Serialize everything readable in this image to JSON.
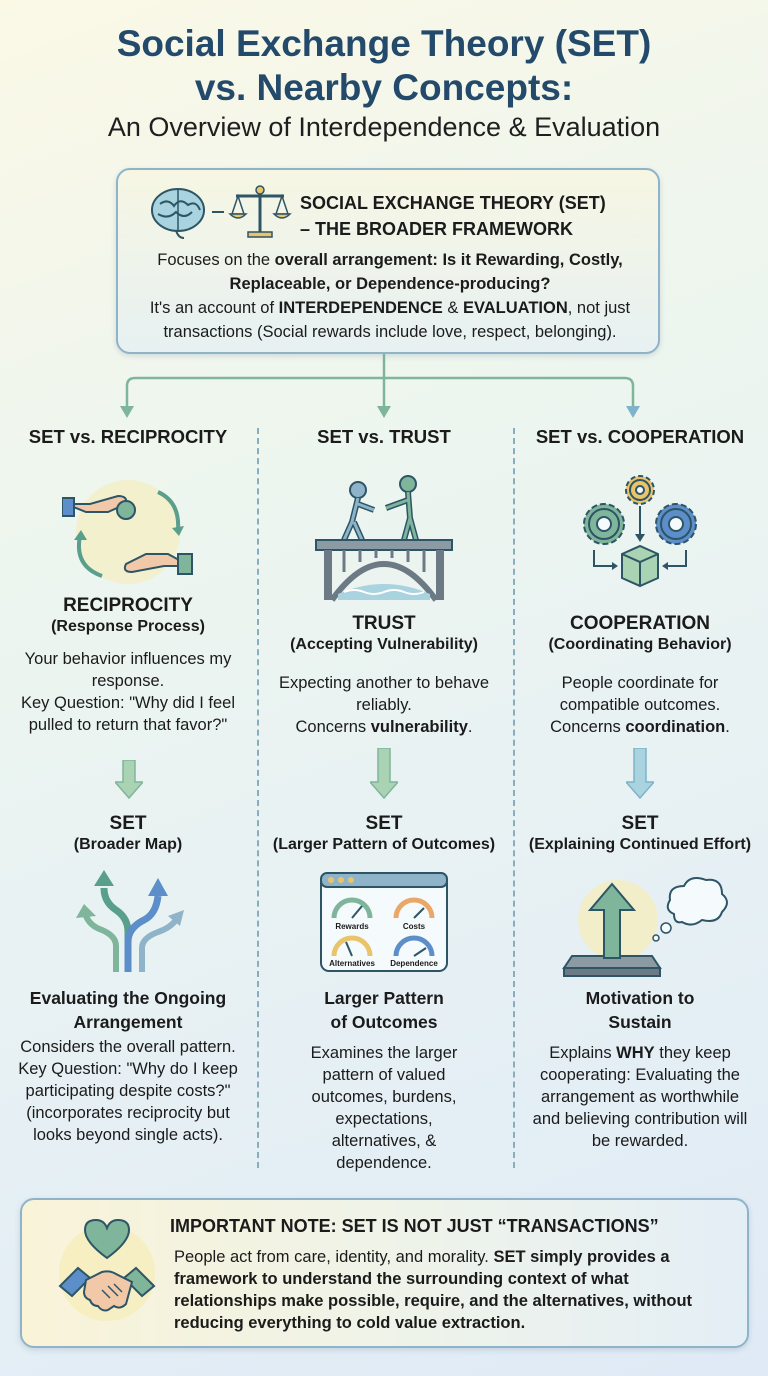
{
  "header": {
    "title_line1": "Social Exchange Theory (SET)",
    "title_line2": "vs. Nearby Concepts:",
    "subtitle": "An Overview of Interdependence & Evaluation"
  },
  "framework": {
    "heading_line1": "SOCIAL EXCHANGE THEORY (SET)",
    "heading_line2": "– THE BROADER FRAMEWORK",
    "p1_a": "Focuses on the ",
    "p1_b": "overall arrangement: Is it Rewarding, Costly, Replaceable, or Dependence-producing?",
    "p2_a": "It's an account of ",
    "p2_b": "INTERDEPENDENCE",
    "p2_c": " & ",
    "p2_d": "EVALUATION",
    "p2_e": ", not just transactions (Social rewards include love, respect, belonging)."
  },
  "columns": [
    {
      "heading": "SET vs. RECIPROCITY",
      "concept_title": "RECIPROCITY",
      "concept_sub": "(Response Process)",
      "concept_text_1": "Your behavior influences my response.",
      "concept_text_2": "Key Question: \"Why did I feel pulled to return that favor?\"",
      "set_title": "SET",
      "set_sub": "(Broader Map)",
      "outcome_title": "Evaluating the Ongoing Arrangement",
      "outcome_text_1": "Considers the overall pattern.",
      "outcome_text_2": "Key Question: \"Why do I keep participating despite costs?\" (incorporates reciprocity but looks beyond single acts)."
    },
    {
      "heading": "SET vs. TRUST",
      "concept_title": "TRUST",
      "concept_sub": "(Accepting Vulnerability)",
      "concept_text_1": "Expecting another to behave reliably.",
      "concept_text_2a": "Concerns ",
      "concept_text_2b": "vulnerability",
      "concept_text_2c": ".",
      "set_title": "SET",
      "set_sub": "(Larger Pattern of Outcomes)",
      "gauges": [
        "Rewards",
        "Costs",
        "Alternatives",
        "Dependence"
      ],
      "outcome_title": "Larger Pattern of Outcomes",
      "outcome_text": "Examines the larger pattern of valued outcomes, burdens, expectations, alternatives, & dependence."
    },
    {
      "heading": "SET vs. COOPERATION",
      "concept_title": "COOPERATION",
      "concept_sub": "(Coordinating Behavior)",
      "concept_text_1": "People coordinate for compatible outcomes.",
      "concept_text_2a": "Concerns ",
      "concept_text_2b": "coordination",
      "concept_text_2c": ".",
      "set_title": "SET",
      "set_sub": "(Explaining Continued Effort)",
      "outcome_title": "Motivation to Sustain",
      "outcome_text_a": "Explains ",
      "outcome_text_b": "WHY",
      "outcome_text_c": " they keep cooperating: Evaluating the arrangement as worthwhile and believing contribution will be rewarded."
    }
  ],
  "note": {
    "title": "IMPORTANT NOTE: SET IS NOT JUST “TRANSACTIONS”",
    "text_a": "People act from care, identity, and morality. ",
    "text_b": "SET simply provides a framework to understand the surrounding context of what relationships make possible, require, and the alternatives, without reducing everything to cold value extraction."
  },
  "colors": {
    "title": "#234a6b",
    "arrow_green": "#7fb59a",
    "arrow_blue": "#7fb3c9",
    "border": "#8fb4c9"
  },
  "icons": [
    "brain-icon",
    "scales-icon",
    "giving-hands-icon",
    "bridge-handshake-icon",
    "gears-cube-icon",
    "diverging-arrows-icon",
    "gauge-dashboard-icon",
    "rising-arrow-thought-icon",
    "heart-handshake-icon"
  ]
}
